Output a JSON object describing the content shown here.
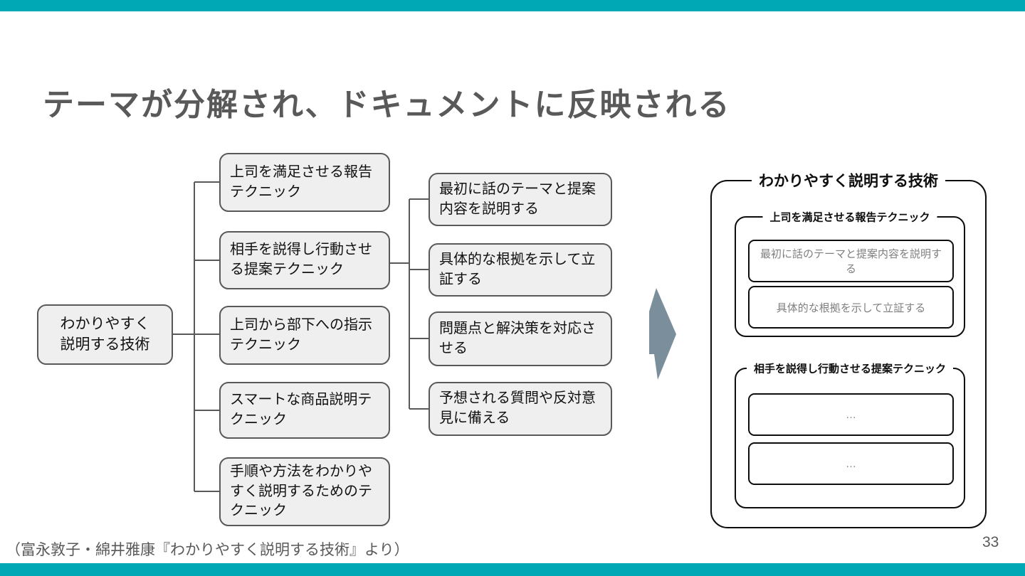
{
  "slide": {
    "title": "テーマが分解され、ドキュメントに反映される",
    "citation": "（富永敦子・綿井雅康『わかりやすく説明する技術』より）",
    "page_number": "33",
    "accent_color": "#00a7b5",
    "arrow_color": "#7b8e9c"
  },
  "tree": {
    "root": {
      "line1": "わかりやすく",
      "line2": "説明する技術"
    },
    "level1": [
      {
        "label": "上司を満足させる報告テクニック"
      },
      {
        "label": "相手を説得し行動させる提案テクニック"
      },
      {
        "label": "上司から部下への指示テクニック"
      },
      {
        "label": "スマートな商品説明テクニック"
      },
      {
        "label": "手順や方法をわかりやすく説明するためのテクニック"
      }
    ],
    "level2": [
      {
        "label": "最初に話のテーマと提案内容を説明する"
      },
      {
        "label": "具体的な根拠を示して立証する"
      },
      {
        "label": "問題点と解決策を対応させる"
      },
      {
        "label": "予想される質問や反対意見に備える"
      }
    ]
  },
  "document": {
    "title": "わかりやすく説明する技術",
    "sections": [
      {
        "title": "上司を満足させる報告テクニック",
        "items": [
          "最初に話のテーマと提案内容を説明する",
          "具体的な根拠を示して立証する"
        ]
      },
      {
        "title": "相手を説得し行動させる提案テクニック",
        "items": [
          "…",
          "…"
        ]
      }
    ]
  }
}
